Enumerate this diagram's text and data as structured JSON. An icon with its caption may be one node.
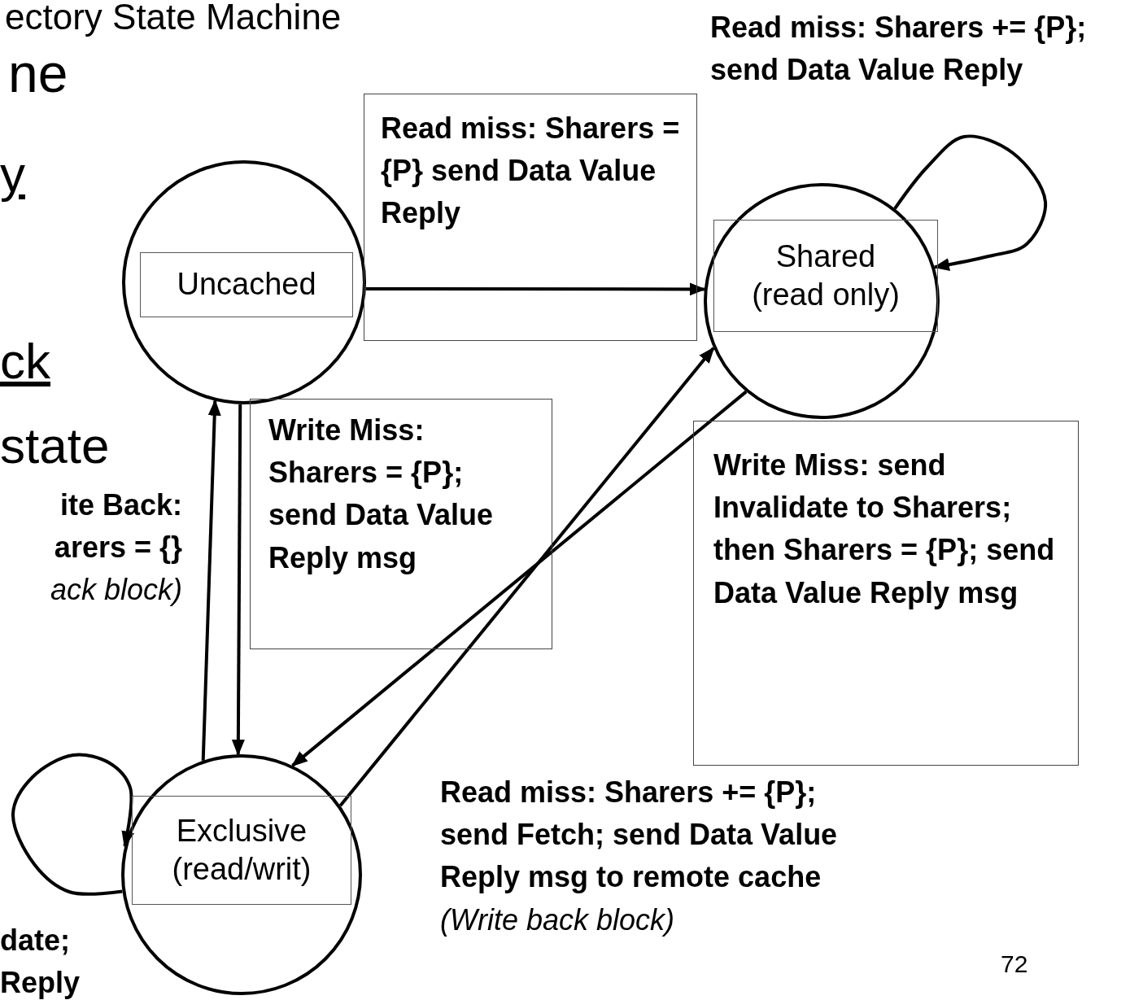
{
  "diagram": {
    "title": "ectory State Machine",
    "nodes": [
      {
        "text": [
          "Uncached"
        ]
      },
      {
        "text": [
          "Shared (read only)"
        ]
      },
      {
        "text": [
          "Exclusive (read/writ)"
        ]
      }
    ],
    "edges": [
      {
        "from": 0,
        "to": 1,
        "arrow": "to",
        "label": "Read miss: Sharers = {P} send Data Value Reply"
      },
      {
        "from": 0,
        "to": 2,
        "arrow": "to",
        "label": "Write Miss: Sharers = {P}; send Data Value Reply msg"
      },
      {
        "from": 2,
        "to": 0,
        "arrow": "to",
        "label": "ite Back: arers = {} *ack block)*"
      },
      {
        "from": 1,
        "to": 2,
        "arrow": "to",
        "label": "Write Miss: send Invalidate to Sharers; then Sharers = {P}; send Data Value Reply msg"
      },
      {
        "from": 2,
        "to": 1,
        "arrow": "to",
        "label": "Read miss: Sharers += {P}; send Fetch; send Data Value Reply msg to remote cache *(Write back block)*"
      },
      {
        "from": 1,
        "to": 1,
        "arrow": "to",
        "label": "Read miss: Sharers += {P}; send Data Value Reply"
      },
      {
        "from": 2,
        "to": 2,
        "arrow": "to",
        "label": "date; Reply"
      }
    ],
    "labels": [
      "ne",
      "y",
      "ck",
      "state",
      "72"
    ]
  }
}
